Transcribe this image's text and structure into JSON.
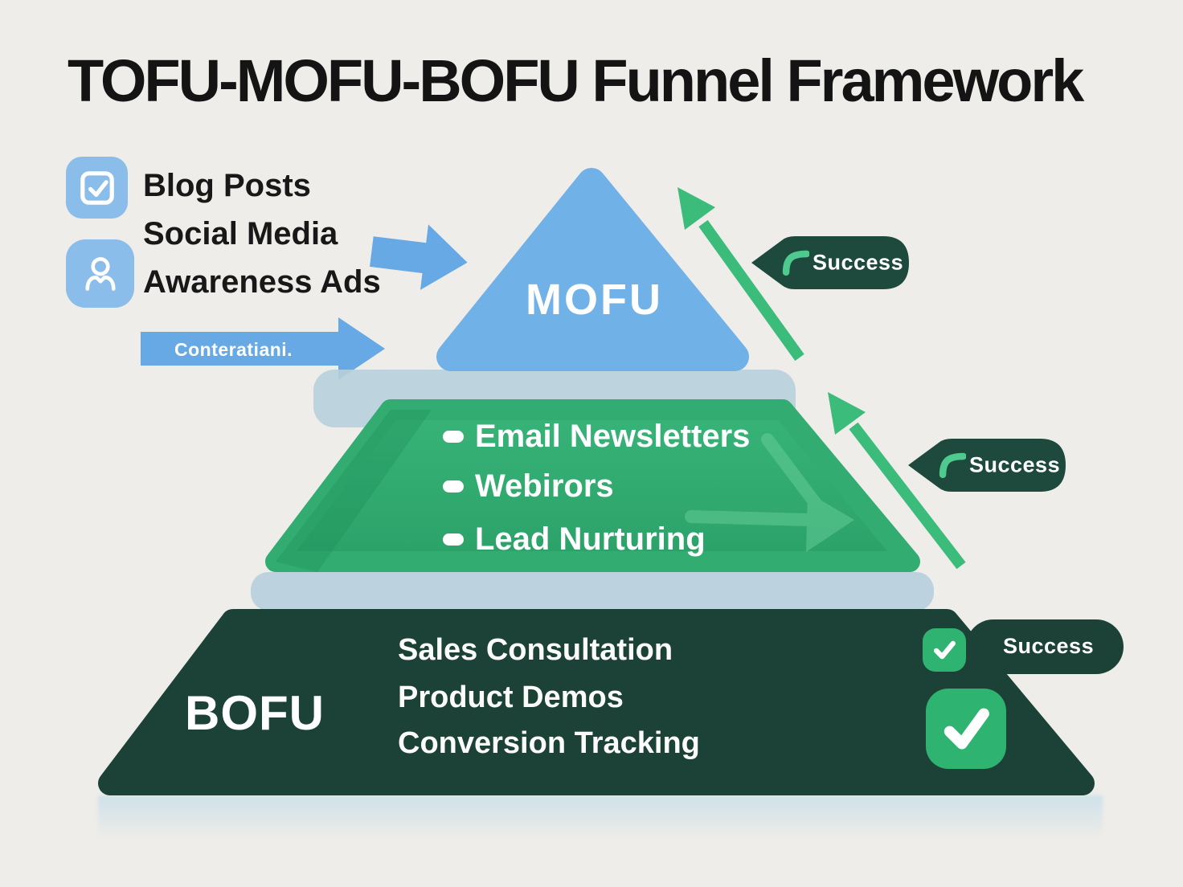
{
  "title": "TOFU-MOFU-BOFU Funnel Framework",
  "tofu": {
    "items": [
      "Blog Posts",
      "Social Media",
      "Awareness Ads"
    ],
    "content_arrow_label": "Conteratiani."
  },
  "mofu": {
    "label": "MOFU",
    "items": [
      "Email Newsletters",
      "Webirors",
      "Lead Nurturing"
    ]
  },
  "bofu": {
    "label": "BOFU",
    "items": [
      "Sales Consultation",
      "Product Demos",
      "Conversion Tracking"
    ]
  },
  "badges": {
    "top": "Success",
    "middle": "Success",
    "bottom": "Success"
  },
  "colors": {
    "background": "#eeede9",
    "title_text": "#141414",
    "blue_icon": "#8abde9",
    "blue_arrow": "#66a9e5",
    "mofu_triangle": "#70b1e8",
    "green_trapezoid_top": "#38b479",
    "green_trapezoid_bottom": "#2ba168",
    "success_arrow": "#3bbc7b",
    "badge_dark": "#1e4a3e",
    "bofu_dark": "#1c4238",
    "check_green": "#2eb371",
    "shadow_band": "#b7cfdc"
  }
}
